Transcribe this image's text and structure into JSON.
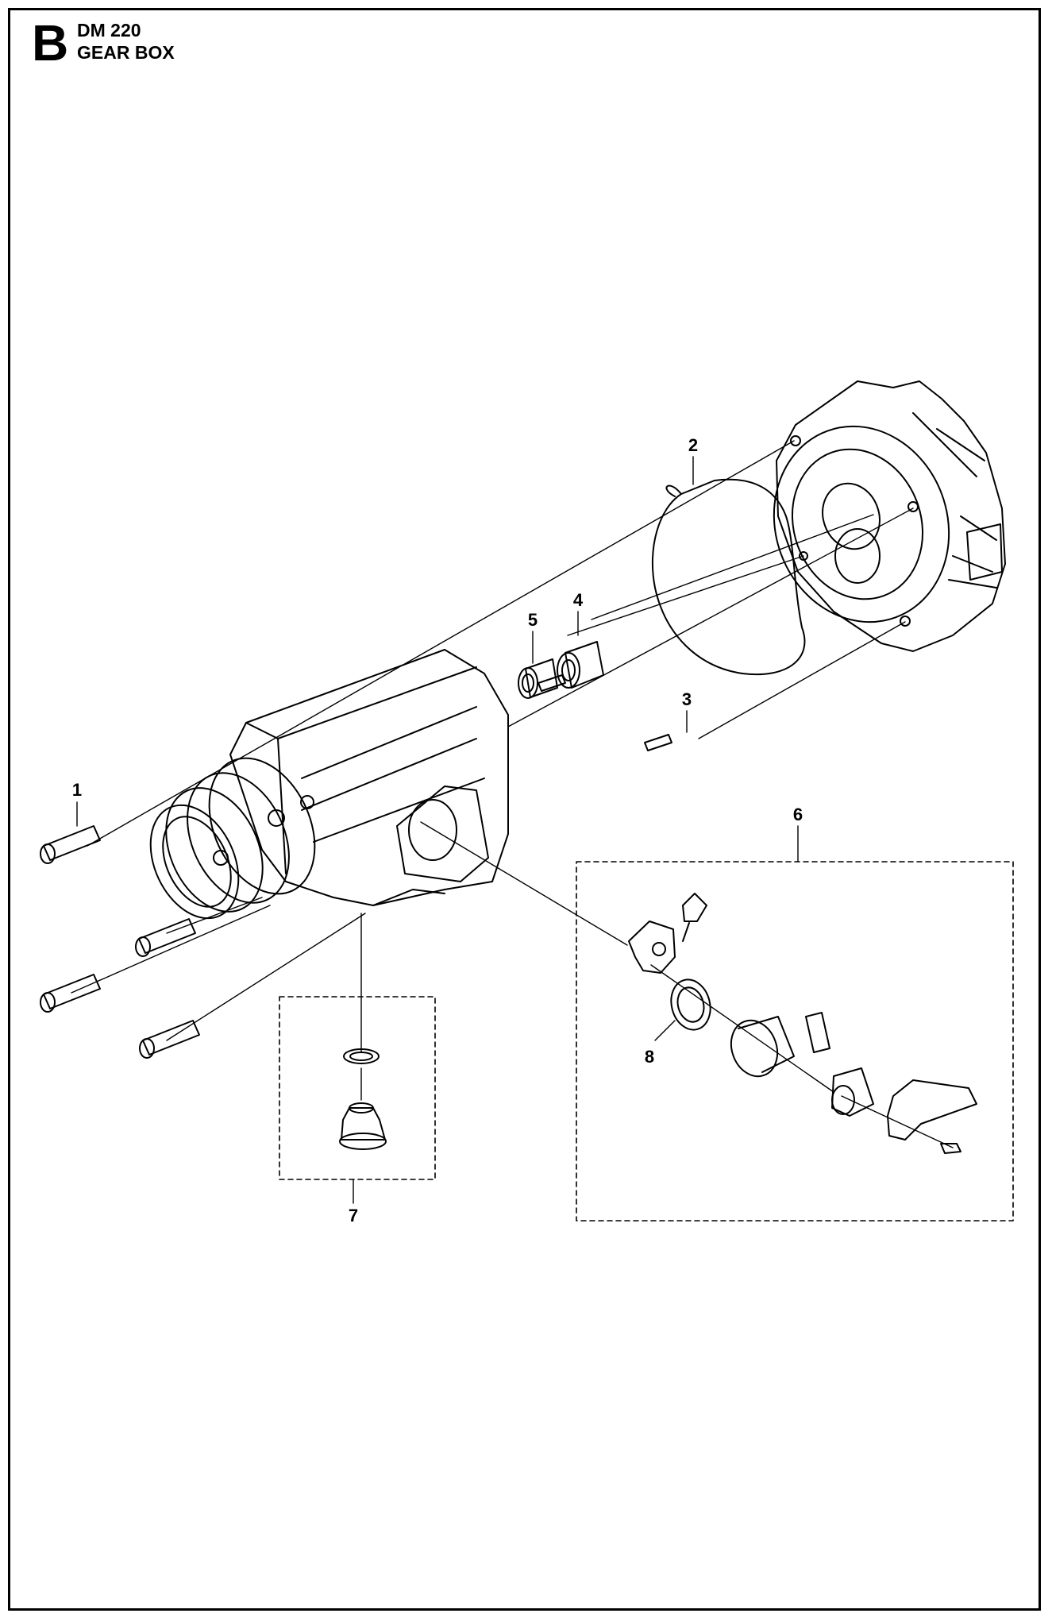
{
  "header": {
    "section_letter": "B",
    "model": "DM 220",
    "title": "GEAR BOX"
  },
  "callouts": {
    "c1": "1",
    "c2": "2",
    "c3": "3",
    "c4": "4",
    "c5": "5",
    "c6": "6",
    "c7": "7",
    "c8": "8"
  }
}
